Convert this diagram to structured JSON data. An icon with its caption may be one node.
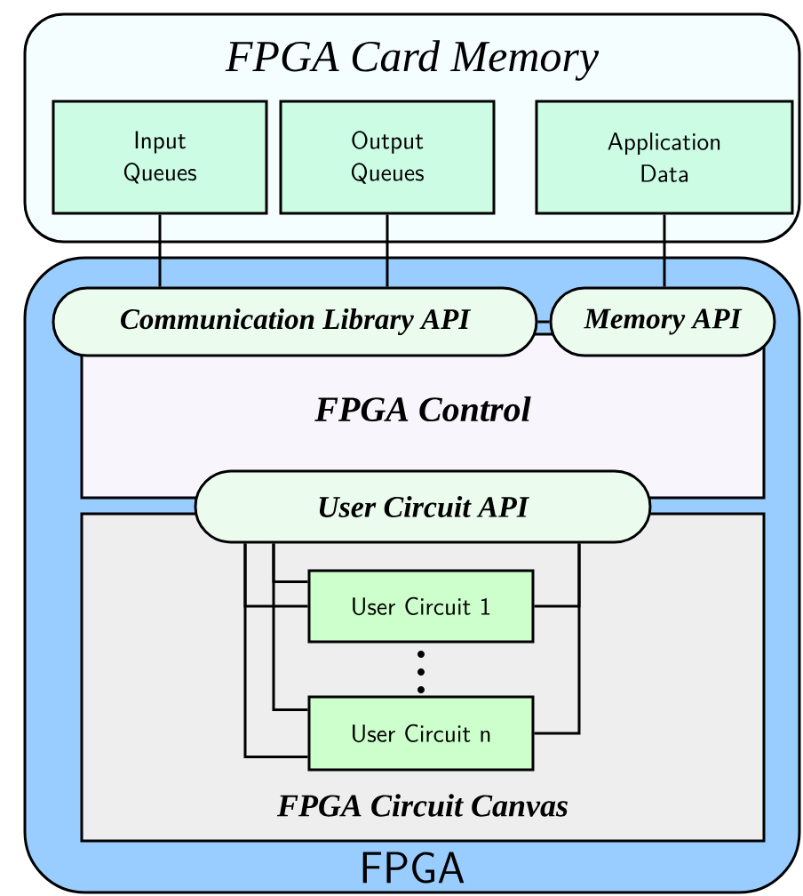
{
  "diagram": {
    "nodes": [
      {
        "text": [
          "FPGA Card Memory"
        ]
      },
      {
        "text": [
          "Input Queues"
        ],
        "in": 0
      },
      {
        "text": [
          "Output Queues"
        ],
        "in": 0
      },
      {
        "text": [
          "Application Data"
        ],
        "in": 0
      },
      {
        "text": [
          "FPGA"
        ]
      },
      {
        "text": [
          "FPGA Control"
        ],
        "in": 4
      },
      {
        "text": [
          "Communication Library API"
        ],
        "in": 4
      },
      {
        "text": [
          "Memory API"
        ],
        "in": 4
      },
      {
        "text": [
          "User Circuit API"
        ],
        "in": 4
      },
      {
        "text": [
          "FPGA Circuit Canvas"
        ],
        "in": 4
      },
      {
        "text": [
          "User Circuit 1"
        ],
        "in": 9
      },
      {
        "text": [
          "User Circuit n"
        ],
        "in": 9
      }
    ],
    "edges": [
      {
        "from": 1,
        "to": 6,
        "arrow": "none"
      },
      {
        "from": 2,
        "to": 6,
        "arrow": "none"
      },
      {
        "from": 3,
        "to": 7,
        "arrow": "none"
      },
      {
        "from": 6,
        "to": 7,
        "arrow": "none"
      },
      {
        "from": 8,
        "to": 10,
        "arrow": "none"
      },
      {
        "from": 8,
        "to": 11,
        "arrow": "none"
      },
      {
        "from": 8,
        "to": 10,
        "arrow": "none"
      },
      {
        "from": 8,
        "to": 11,
        "arrow": "none"
      },
      {
        "from": 8,
        "to": 10,
        "arrow": "none"
      },
      {
        "from": 8,
        "to": 11,
        "arrow": "none"
      }
    ]
  }
}
